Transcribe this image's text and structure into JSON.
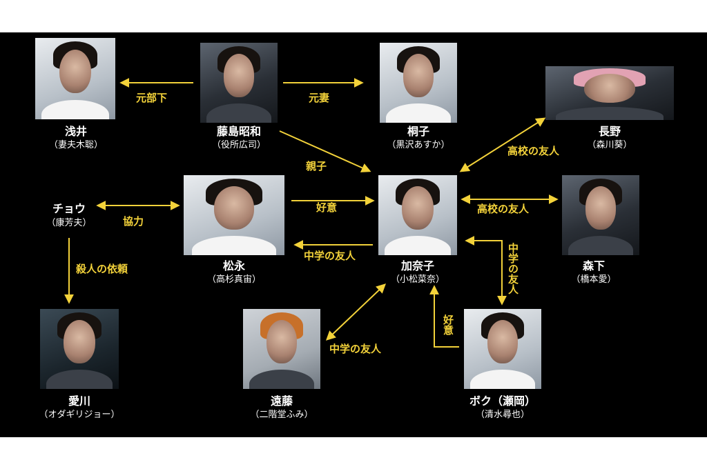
{
  "colors": {
    "background": "#000000",
    "page": "#ffffff",
    "arrow": "#f3d23a",
    "text": "#ffffff"
  },
  "characters": {
    "asai": {
      "name": "浅井",
      "actor": "（妻夫木聡）"
    },
    "fujishima": {
      "name": "藤島昭和",
      "actor": "（役所広司）"
    },
    "kiriko": {
      "name": "桐子",
      "actor": "（黒沢あすか）"
    },
    "nagano": {
      "name": "長野",
      "actor": "（森川葵）"
    },
    "chou": {
      "name": "チョウ",
      "actor": "（康芳夫）"
    },
    "matsunaga": {
      "name": "松永",
      "actor": "（高杉真宙）"
    },
    "kanako": {
      "name": "加奈子",
      "actor": "（小松菜奈）"
    },
    "morishita": {
      "name": "森下",
      "actor": "（橋本愛）"
    },
    "aikawa": {
      "name": "愛川",
      "actor": "（オダギリジョー）"
    },
    "endo": {
      "name": "遠藤",
      "actor": "（二階堂ふみ）"
    },
    "boku": {
      "name": "ボク（瀬岡）",
      "actor": "（清水尋也）"
    }
  },
  "relations": {
    "moto_buka": "元部下",
    "motozuma": "元妻",
    "oyako": "親子",
    "kouko_nagano": "高校の友人",
    "kyouryoku": "協力",
    "koui_matsunaga": "好意",
    "kouko_morishita": "高校の友人",
    "chuugaku_matsunaga": "中学の友人",
    "chuugaku_boku": "中学の友人",
    "satsujin": "殺人の依頼",
    "koui_boku": "好意",
    "chuugaku_endo": "中学の友人"
  }
}
